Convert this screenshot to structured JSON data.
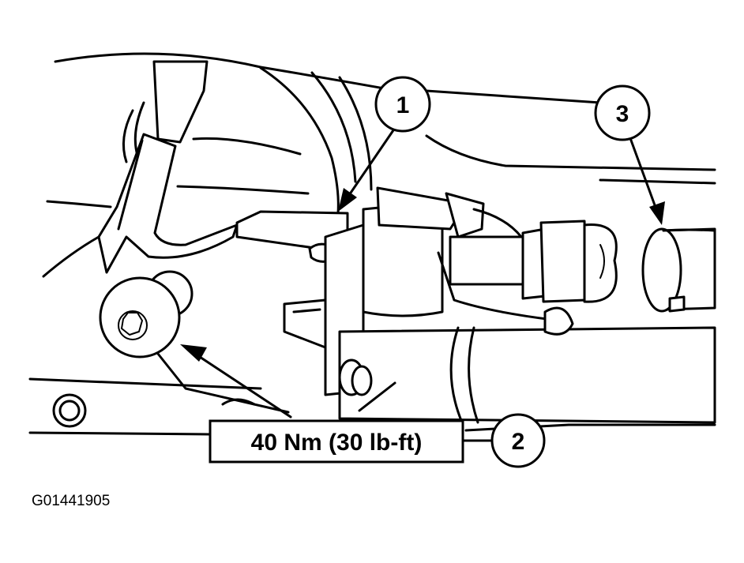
{
  "callouts": [
    {
      "id": "callout-1",
      "label": "1"
    },
    {
      "id": "callout-2",
      "label": "2"
    },
    {
      "id": "callout-3",
      "label": "3"
    }
  ],
  "torque_spec": "40 Nm (30 lb-ft)",
  "figure_id": "G01441905"
}
